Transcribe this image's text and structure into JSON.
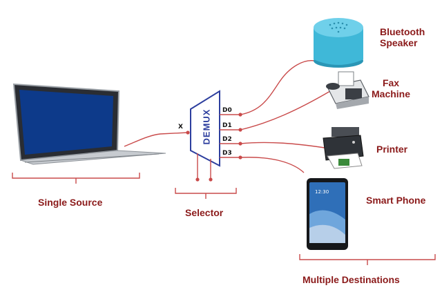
{
  "demux": {
    "label": "DEMUX",
    "input_pin": "X",
    "outputs": [
      "D0",
      "D1",
      "D2",
      "D3"
    ]
  },
  "labels": {
    "source": "Single Source",
    "selector": "Selector",
    "destinations": "Multiple Destinations"
  },
  "devices": {
    "speaker": {
      "line1": "Bluetooth",
      "line2": "Speaker"
    },
    "fax": {
      "line1": "Fax",
      "line2": "Machine"
    },
    "printer": "Printer",
    "phone": "Smart Phone",
    "phone_time": "12:30"
  },
  "colors": {
    "wire": "#c94a4a",
    "label": "#8b1a1a",
    "demux": "#2c3e9e",
    "speaker": "#3fb8d8"
  }
}
